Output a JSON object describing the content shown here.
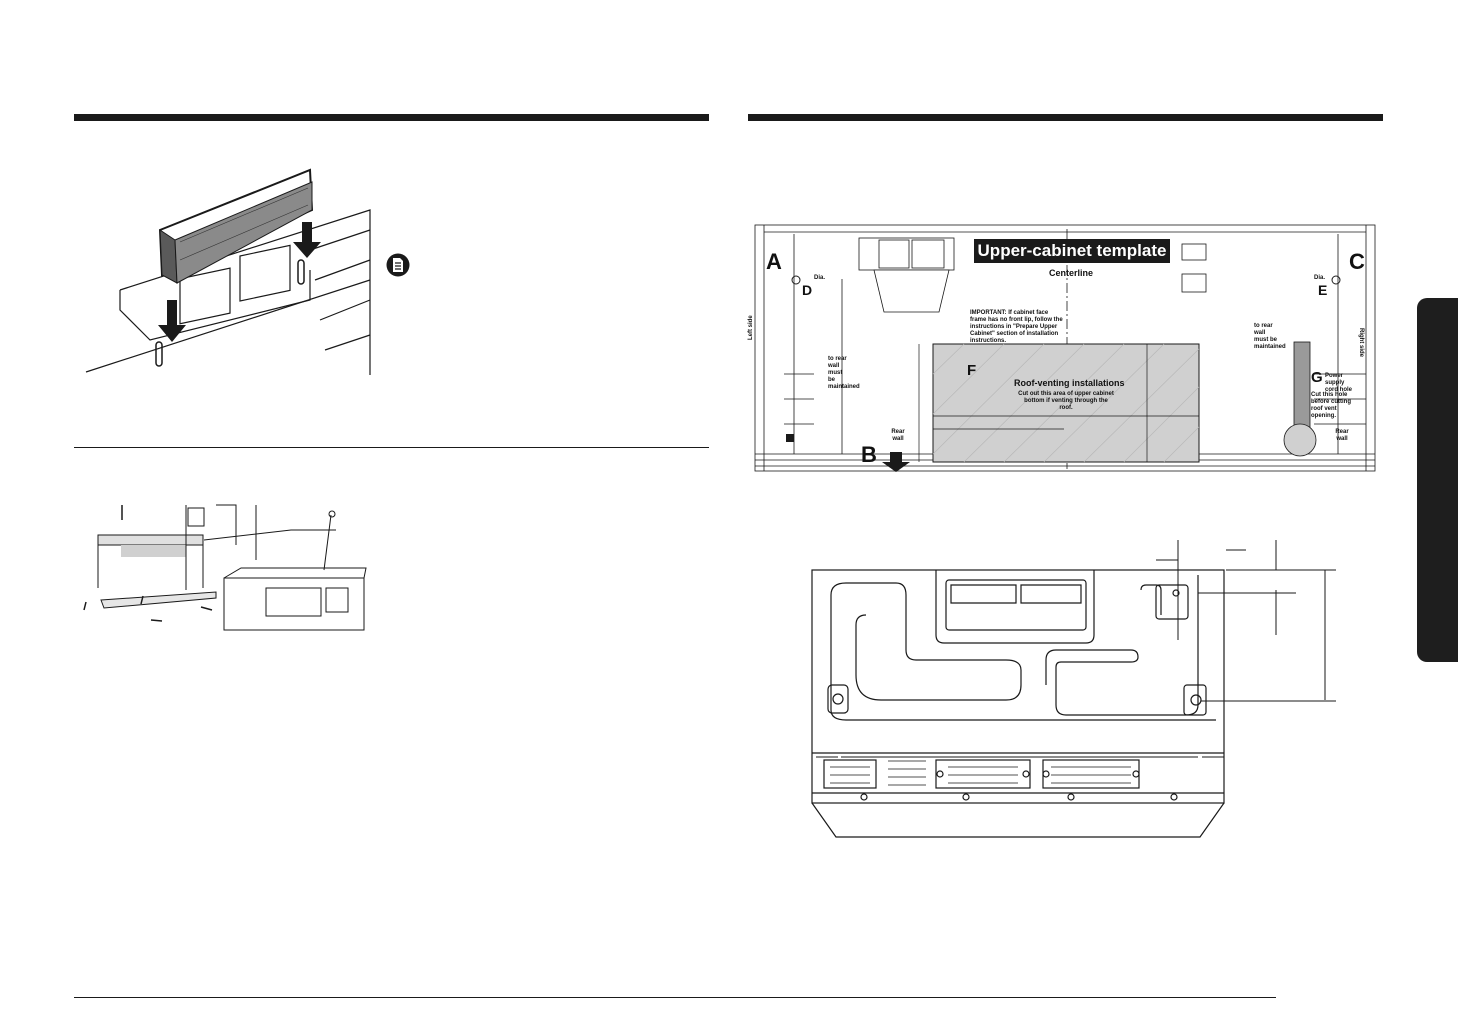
{
  "template": {
    "title": "Upper-cabinet template",
    "centerline": "Centerline",
    "left_side": "Left side",
    "right_side": "Right side",
    "rear_wall": "Rear wall",
    "roof_venting": "Roof-venting installations",
    "roof_note": "Cut out this area of upper cabinet bottom if venting through the roof.",
    "important_note": "IMPORTANT: If cabinet face frame has no front lip, follow the instructions in \"Prepare Upper Cabinet\" section of installation instructions.",
    "power_supply": "Power supply cord hole",
    "cut_note": "Cut this hole before cutting roof vent opening.",
    "dia": "Dia.",
    "wall_note": "to rear wall must be maintained",
    "labels": {
      "a": "A",
      "b": "B",
      "c": "C",
      "d": "D",
      "e": "E",
      "f": "F",
      "g": "G"
    }
  },
  "colors": {
    "ink": "#1a1a1a",
    "shade": "#d0d0d0",
    "tab": "#1e1e1e"
  }
}
